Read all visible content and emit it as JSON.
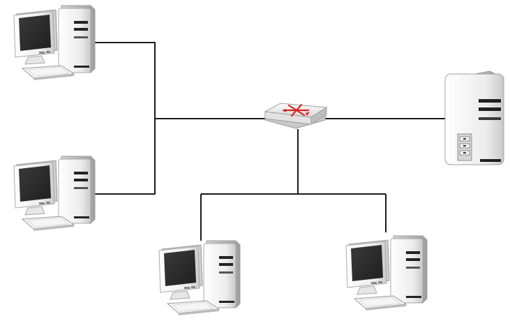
{
  "diagram": {
    "type": "network-topology",
    "background": "#ffffff",
    "colors": {
      "connection": "#1a1a1a",
      "device_body": "#f2f2f2",
      "device_shadow": "#bdbdbd",
      "screen": "#2b2b2b",
      "hub_mark": "#d9261c"
    },
    "nodes": [
      {
        "id": "pc-top-left",
        "kind": "workstation",
        "icon": "desktop-computer-icon"
      },
      {
        "id": "pc-mid-left",
        "kind": "workstation",
        "icon": "desktop-computer-icon"
      },
      {
        "id": "hub",
        "kind": "network-switch",
        "icon": "network-switch-icon"
      },
      {
        "id": "server",
        "kind": "server",
        "icon": "server-tower-icon"
      },
      {
        "id": "pc-bottom-center",
        "kind": "workstation",
        "icon": "desktop-computer-icon"
      },
      {
        "id": "pc-bottom-right",
        "kind": "workstation",
        "icon": "desktop-computer-icon"
      }
    ],
    "links": [
      {
        "from": "pc-top-left",
        "to": "hub"
      },
      {
        "from": "pc-mid-left",
        "to": "hub"
      },
      {
        "from": "hub",
        "to": "server"
      },
      {
        "from": "hub",
        "to": "pc-bottom-center"
      },
      {
        "from": "hub",
        "to": "pc-bottom-right"
      }
    ]
  }
}
